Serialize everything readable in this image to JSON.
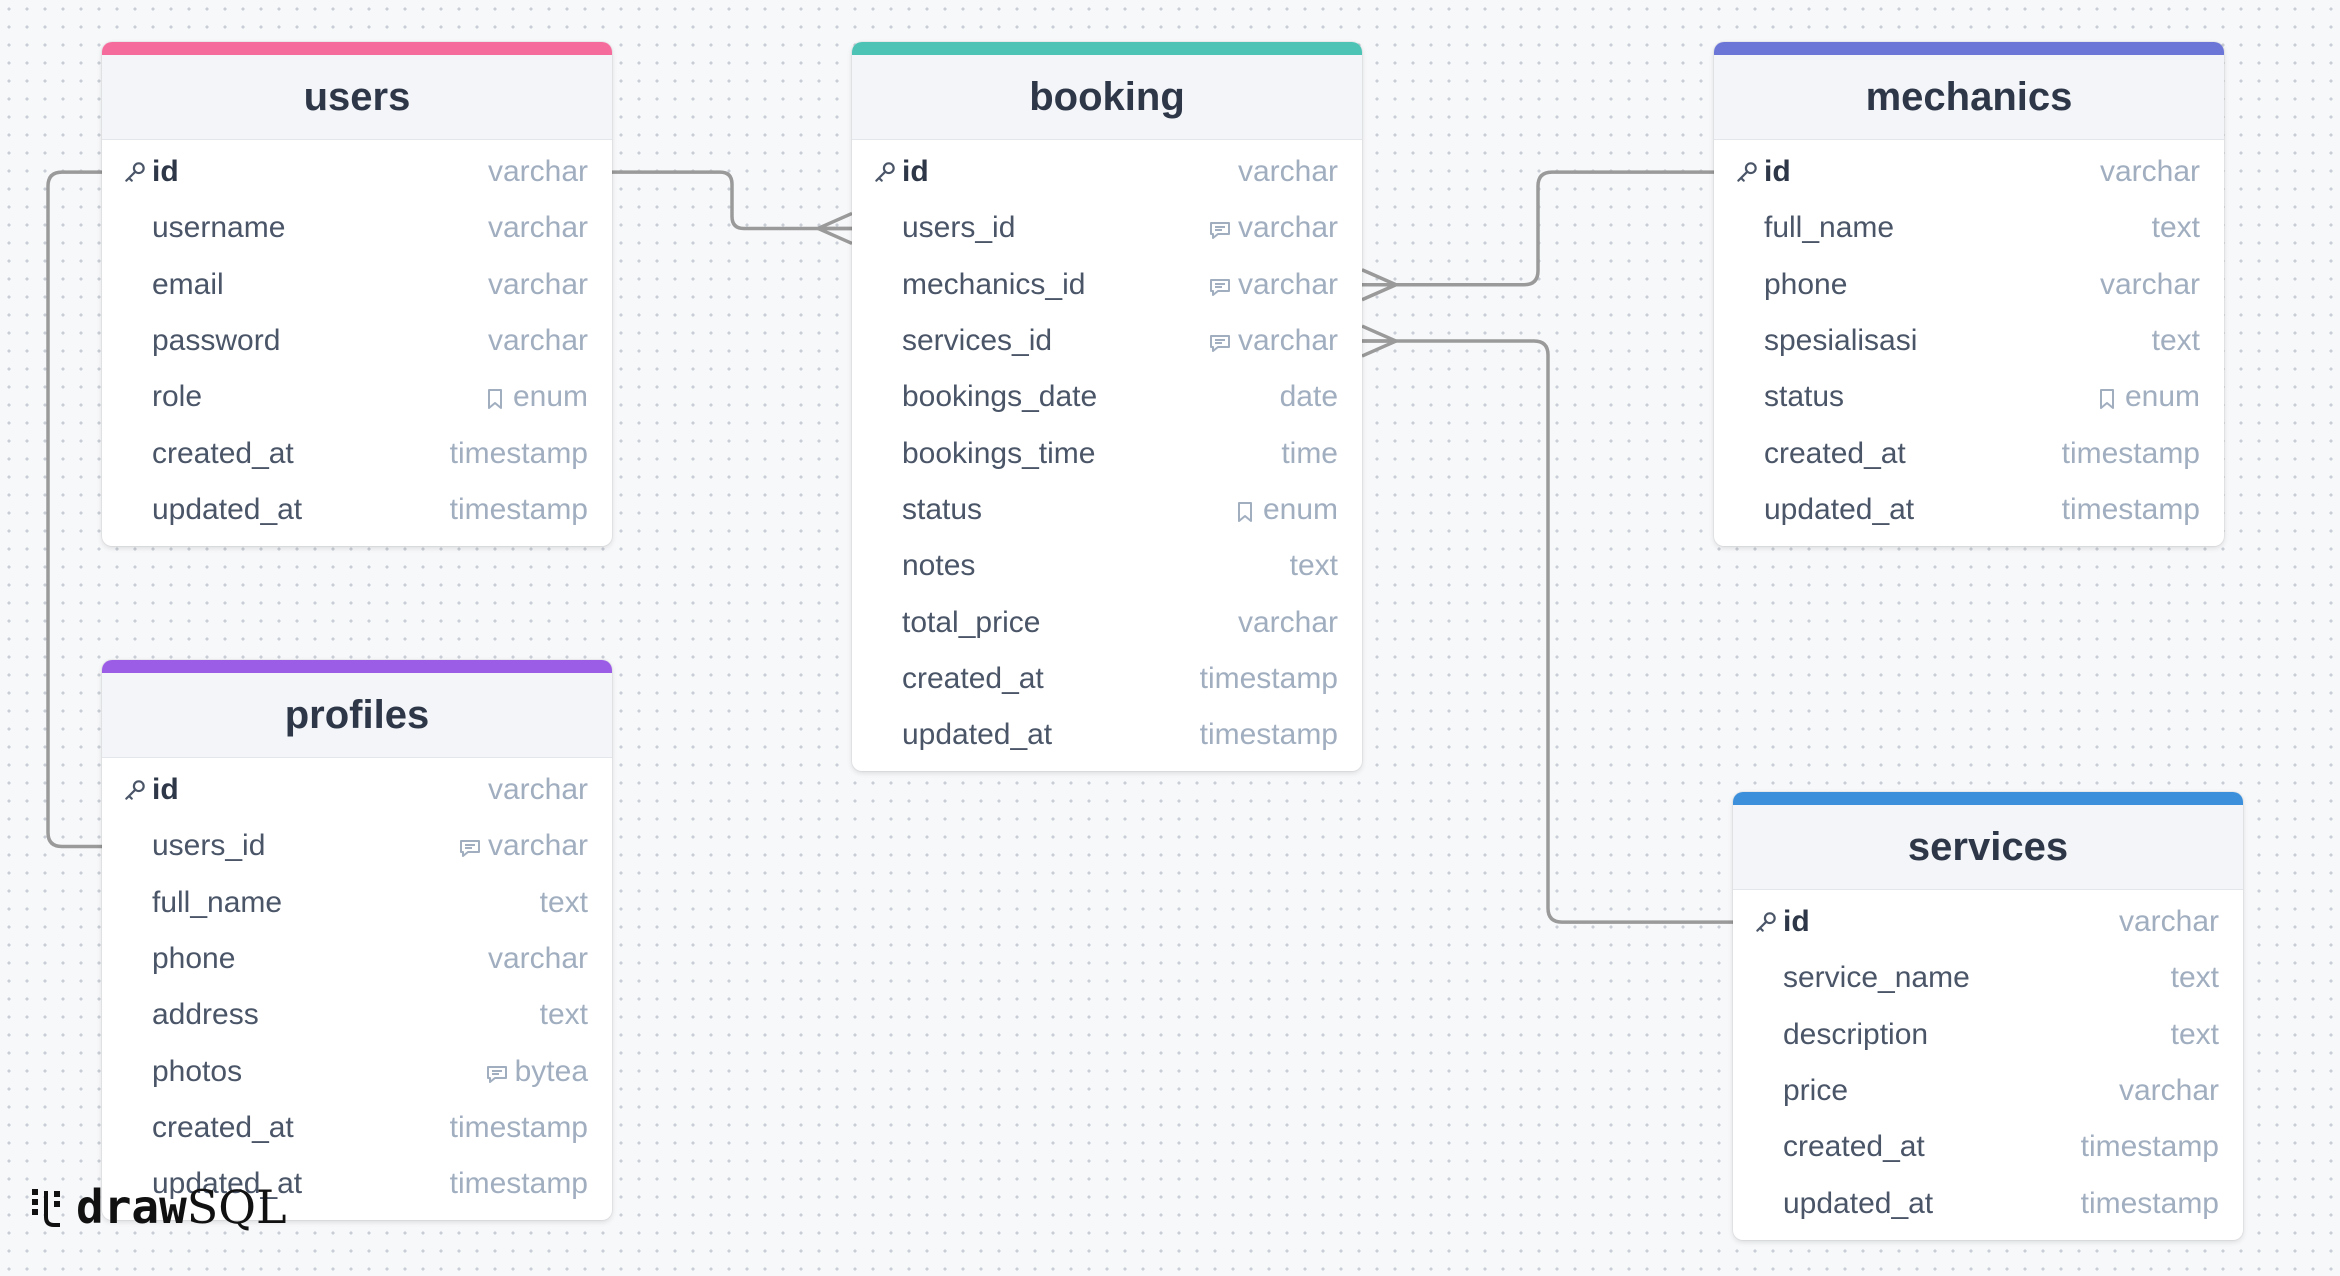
{
  "brand": {
    "draw": "draw",
    "sql": "SQL"
  },
  "colors": {
    "users": "#f56b9b",
    "booking": "#4dc3b5",
    "mechanics": "#6b76d6",
    "profiles": "#9b5de5",
    "services": "#3b8fdb",
    "connector": "#9a9a9a"
  },
  "tables": {
    "users": {
      "name": "users",
      "rows": [
        {
          "name": "id",
          "type": "varchar",
          "pk": true,
          "icon": "key-icon"
        },
        {
          "name": "username",
          "type": "varchar"
        },
        {
          "name": "email",
          "type": "varchar"
        },
        {
          "name": "password",
          "type": "varchar"
        },
        {
          "name": "role",
          "type": "enum",
          "icon": "bookmark-icon"
        },
        {
          "name": "created_at",
          "type": "timestamp"
        },
        {
          "name": "updated_at",
          "type": "timestamp"
        }
      ]
    },
    "booking": {
      "name": "booking",
      "rows": [
        {
          "name": "id",
          "type": "varchar",
          "pk": true,
          "icon": "key-icon"
        },
        {
          "name": "users_id",
          "type": "varchar",
          "icon": "comment-icon"
        },
        {
          "name": "mechanics_id",
          "type": "varchar",
          "icon": "comment-icon"
        },
        {
          "name": "services_id",
          "type": "varchar",
          "icon": "comment-icon"
        },
        {
          "name": "bookings_date",
          "type": "date"
        },
        {
          "name": "bookings_time",
          "type": "time"
        },
        {
          "name": "status",
          "type": "enum",
          "icon": "bookmark-icon"
        },
        {
          "name": "notes",
          "type": "text"
        },
        {
          "name": "total_price",
          "type": "varchar"
        },
        {
          "name": "created_at",
          "type": "timestamp"
        },
        {
          "name": "updated_at",
          "type": "timestamp"
        }
      ]
    },
    "mechanics": {
      "name": "mechanics",
      "rows": [
        {
          "name": "id",
          "type": "varchar",
          "pk": true,
          "icon": "key-icon"
        },
        {
          "name": "full_name",
          "type": "text"
        },
        {
          "name": "phone",
          "type": "varchar"
        },
        {
          "name": "spesialisasi",
          "type": "text"
        },
        {
          "name": "status",
          "type": "enum",
          "icon": "bookmark-icon"
        },
        {
          "name": "created_at",
          "type": "timestamp"
        },
        {
          "name": "updated_at",
          "type": "timestamp"
        }
      ]
    },
    "profiles": {
      "name": "profiles",
      "rows": [
        {
          "name": "id",
          "type": "varchar",
          "pk": true,
          "icon": "key-icon"
        },
        {
          "name": "users_id",
          "type": "varchar",
          "icon": "comment-icon"
        },
        {
          "name": "full_name",
          "type": "text"
        },
        {
          "name": "phone",
          "type": "varchar"
        },
        {
          "name": "address",
          "type": "text"
        },
        {
          "name": "photos",
          "type": "bytea",
          "icon": "comment-icon"
        },
        {
          "name": "created_at",
          "type": "timestamp"
        },
        {
          "name": "updated_at",
          "type": "timestamp"
        }
      ]
    },
    "services": {
      "name": "services",
      "rows": [
        {
          "name": "id",
          "type": "varchar",
          "pk": true,
          "icon": "key-icon"
        },
        {
          "name": "service_name",
          "type": "text"
        },
        {
          "name": "description",
          "type": "text"
        },
        {
          "name": "price",
          "type": "varchar"
        },
        {
          "name": "created_at",
          "type": "timestamp"
        },
        {
          "name": "updated_at",
          "type": "timestamp"
        }
      ]
    }
  }
}
